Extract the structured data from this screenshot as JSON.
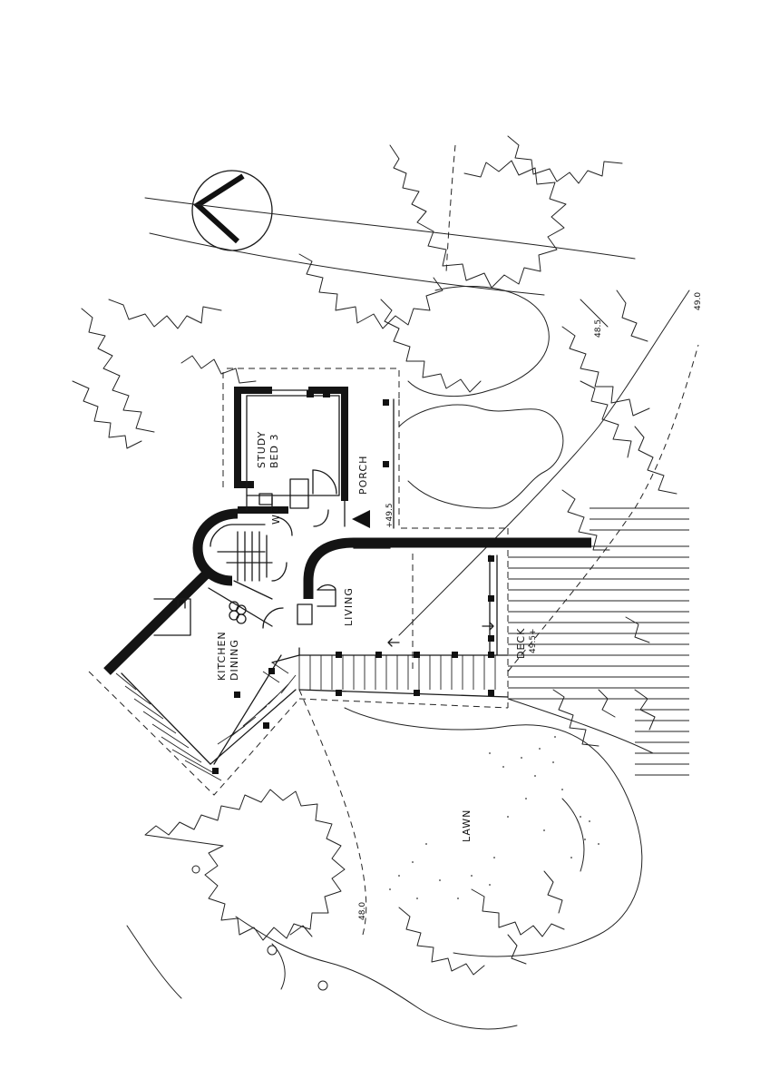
{
  "rooms": {
    "study": "STUDY",
    "bed3": "BED 3",
    "porch": "PORCH",
    "wc": "WC",
    "living": "LIVING",
    "kitchen": "KITCHEN",
    "dining": "DINING",
    "deck": "DECK",
    "lawn": "LAWN"
  },
  "levels": {
    "porch_level": "+49.5",
    "deck_level": "49.5+",
    "contour_48_5": "48.5",
    "contour_49_0": "49.0",
    "contour_48_0": "48.0"
  }
}
